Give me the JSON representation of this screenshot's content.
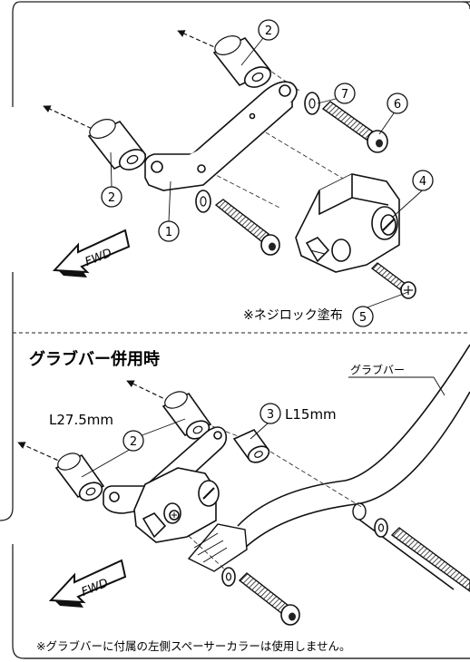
{
  "callouts": {
    "top_2a": "2",
    "top_7": "7",
    "top_6": "6",
    "top_2b": "2",
    "top_4": "4",
    "top_1": "1",
    "top_5": "5",
    "bot_2": "2",
    "bot_3": "3"
  },
  "fwd_label": "FWD",
  "thread_lock_note": "※ネジロック塗布",
  "section_title": "グラブバー併用時",
  "grab_bar_label": "グラブバー",
  "dim_long_spacer": "L27.5mm",
  "dim_short_spacer": "L15mm",
  "footnote": "※グラブバーに付属の左側スペーサーカラーは使用しません。"
}
